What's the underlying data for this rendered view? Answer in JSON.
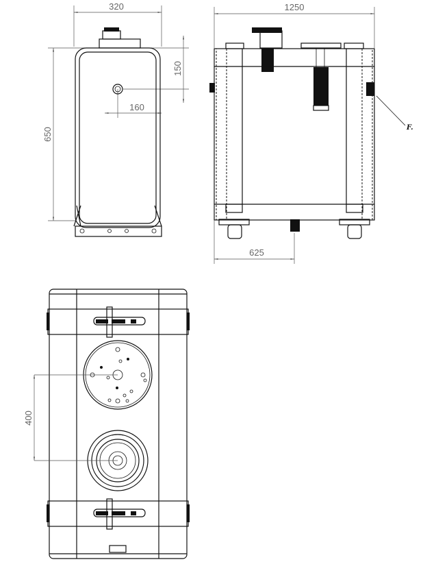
{
  "drawing": {
    "side_view": {
      "width_dim": "320",
      "height_dim": "650",
      "fitting_height_dim": "150",
      "fitting_offset_dim": "160"
    },
    "front_view": {
      "length_dim": "1250",
      "center_dim": "625",
      "callout_label": "F."
    },
    "top_view": {
      "spacing_dim": "400"
    }
  }
}
